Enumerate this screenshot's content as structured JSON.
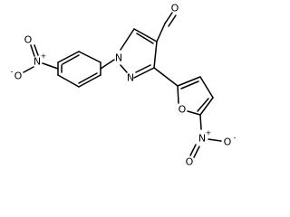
{
  "molecule": {
    "atoms": {
      "n1": "N",
      "n2": "N",
      "o_ald": "O",
      "nitro_left_n": "N",
      "nitro_left_o1": "O",
      "nitro_left_o2": "O",
      "furan_o": "O",
      "nitro_bottom_n": "N",
      "nitro_bottom_o1": "O",
      "nitro_bottom_o2": "O"
    },
    "charges": {
      "plus": "+",
      "minus": "-"
    }
  },
  "colors": {
    "bond": "#000000",
    "label": "#000000",
    "background": "#ffffff"
  }
}
